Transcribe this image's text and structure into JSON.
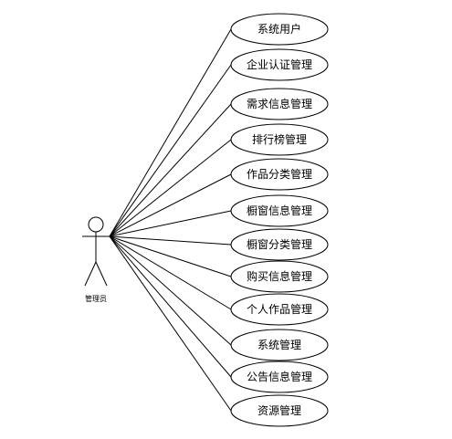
{
  "actor": {
    "label": "管理员"
  },
  "use_cases": [
    {
      "label": "系统用户"
    },
    {
      "label": "企业认证管理"
    },
    {
      "label": "需求信息管理"
    },
    {
      "label": "排行榜管理"
    },
    {
      "label": "作品分类管理"
    },
    {
      "label": "橱窗信息管理"
    },
    {
      "label": "橱窗分类管理"
    },
    {
      "label": "购买信息管理"
    },
    {
      "label": "个人作品管理"
    },
    {
      "label": "系统管理"
    },
    {
      "label": "公告信息管理"
    },
    {
      "label": "资源管理"
    }
  ]
}
